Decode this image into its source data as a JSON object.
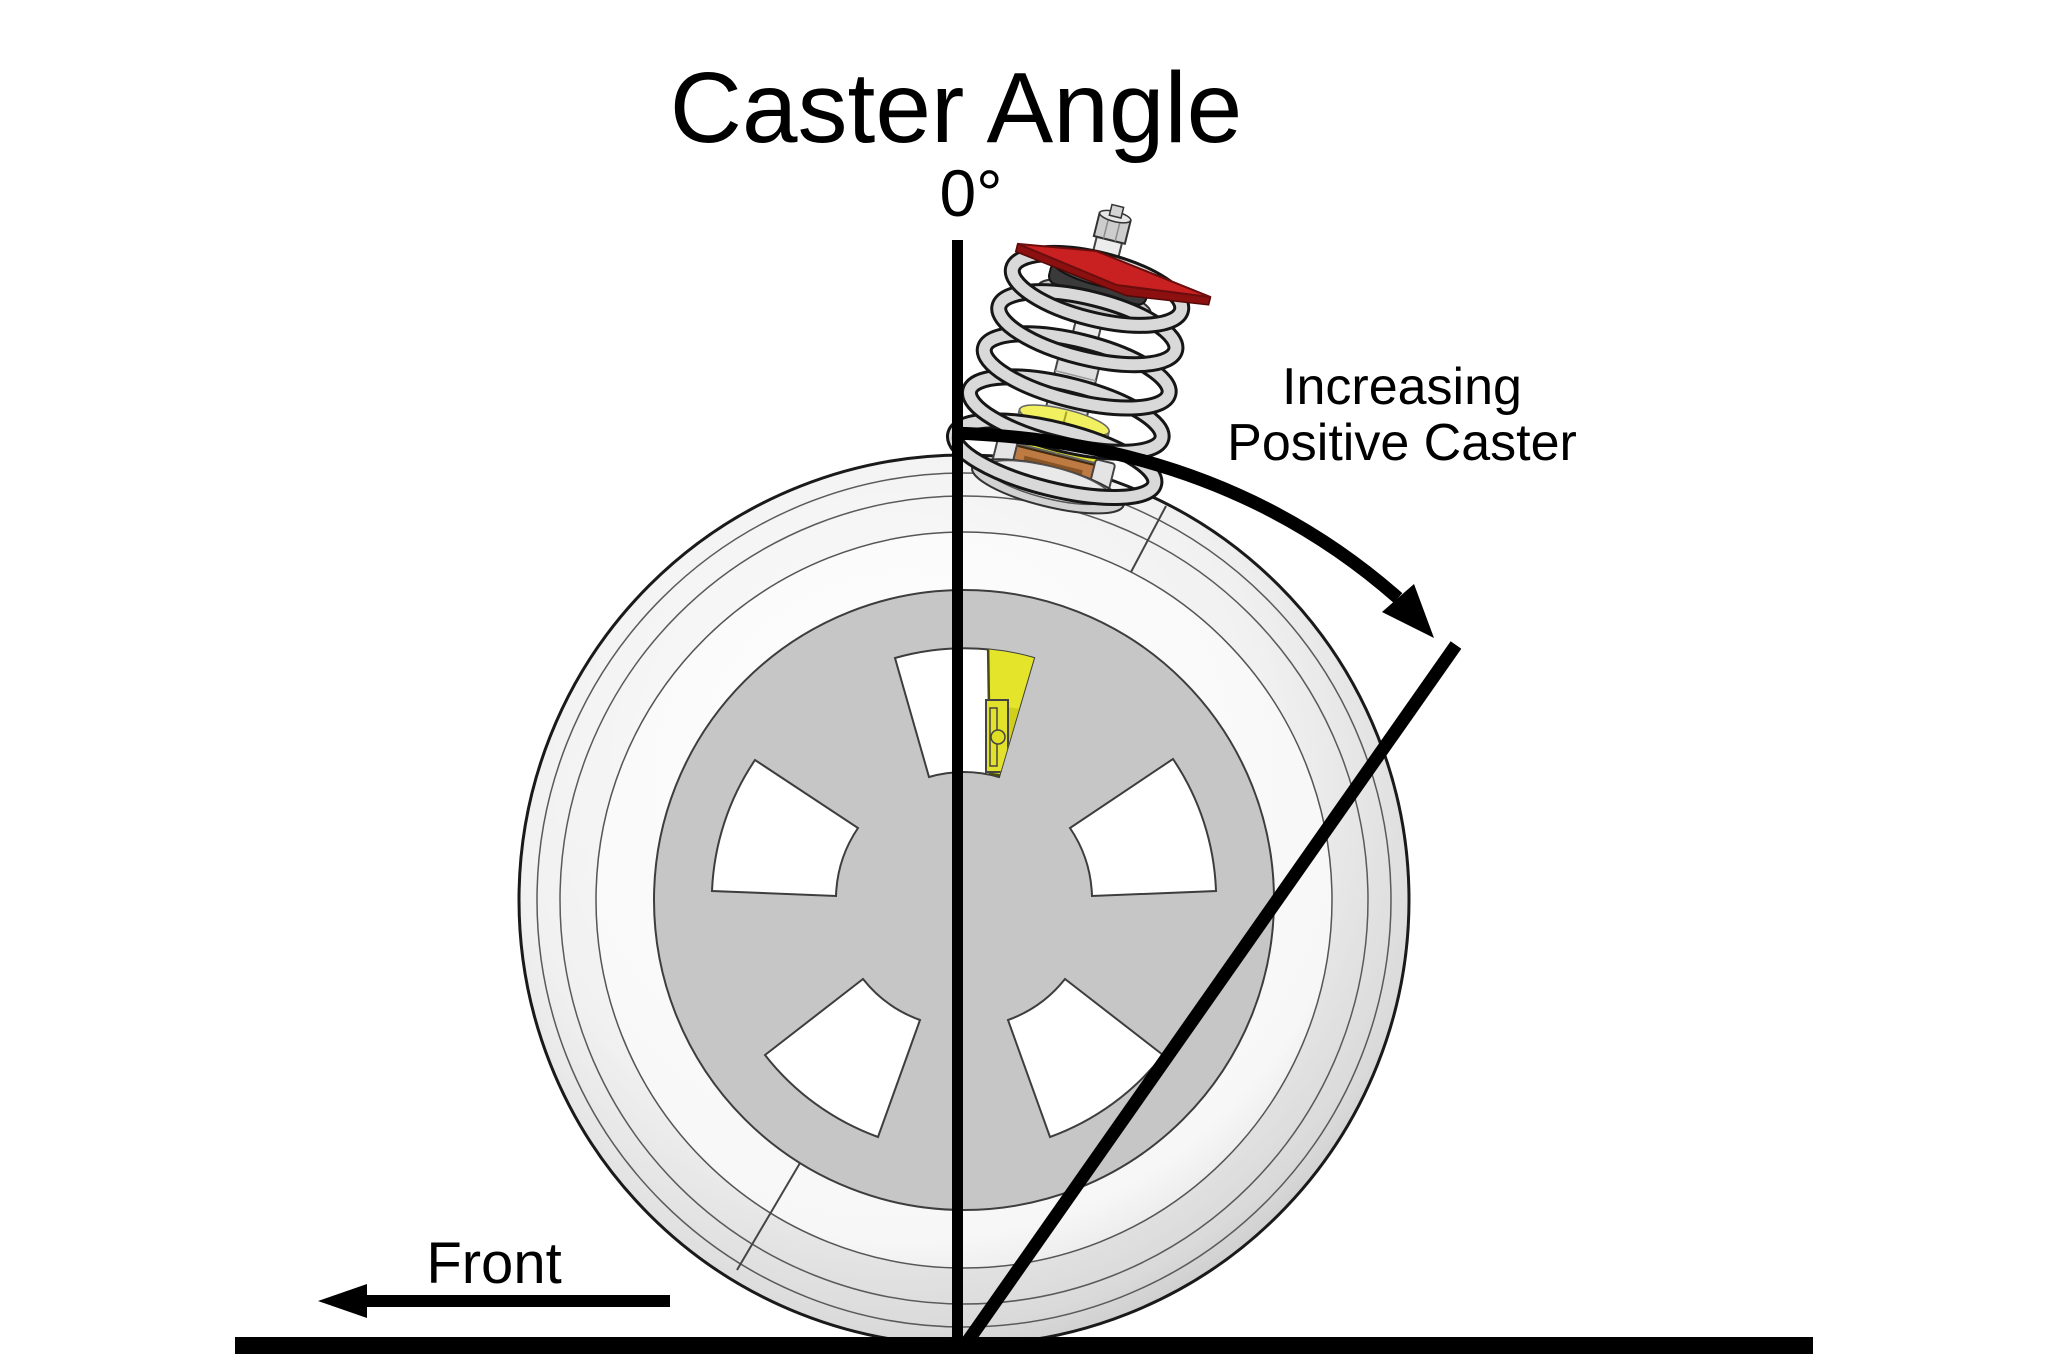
{
  "diagram": {
    "title": "Caster Angle",
    "zero_degree_label": "0°",
    "annotation": {
      "line1": "Increasing",
      "line2": "Positive Caster"
    },
    "front_label": "Front",
    "front_arrow_direction": "left"
  },
  "colors": {
    "ink": "#000000",
    "hub_gray": "#c6c6c6",
    "plate_red": "#c92121",
    "plate_red_dark": "#8c1010",
    "accent_yellow": "#e4e42a",
    "caliper_yellow_dark": "#cfcf1c",
    "mount_copper": "#bd7a42",
    "spring_silver": "#d9d9d9"
  }
}
